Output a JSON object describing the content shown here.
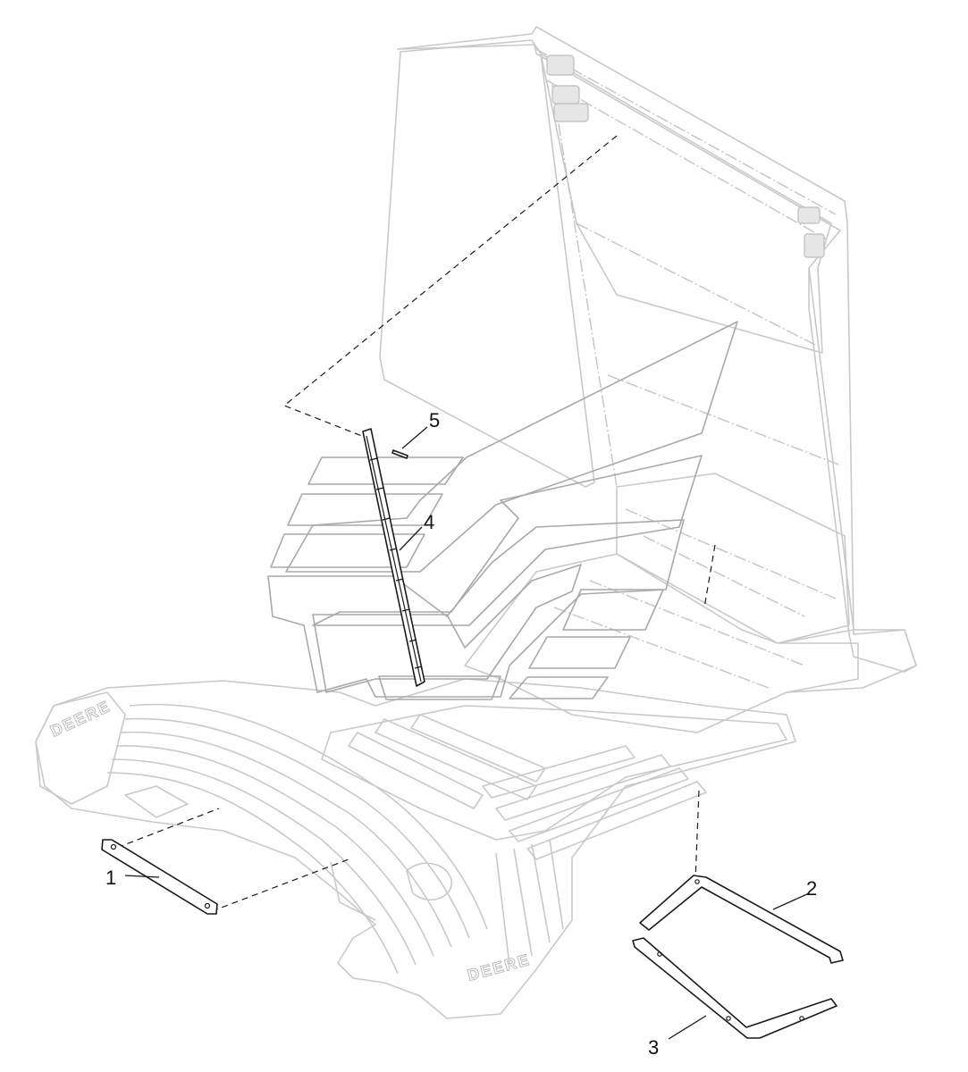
{
  "diagram": {
    "callouts": [
      {
        "id": "1",
        "label": "1"
      },
      {
        "id": "2",
        "label": "2"
      },
      {
        "id": "3",
        "label": "3"
      },
      {
        "id": "4",
        "label": "4"
      },
      {
        "id": "5",
        "label": "5"
      }
    ],
    "brand_marks": {
      "front": "DEERE",
      "rear": "DEERE"
    },
    "colors": {
      "part_stroke": "#1a1a1a",
      "ghost_stroke": "#c9c9c9",
      "decal_stroke": "#a9a9a9",
      "background": "#ffffff"
    }
  }
}
